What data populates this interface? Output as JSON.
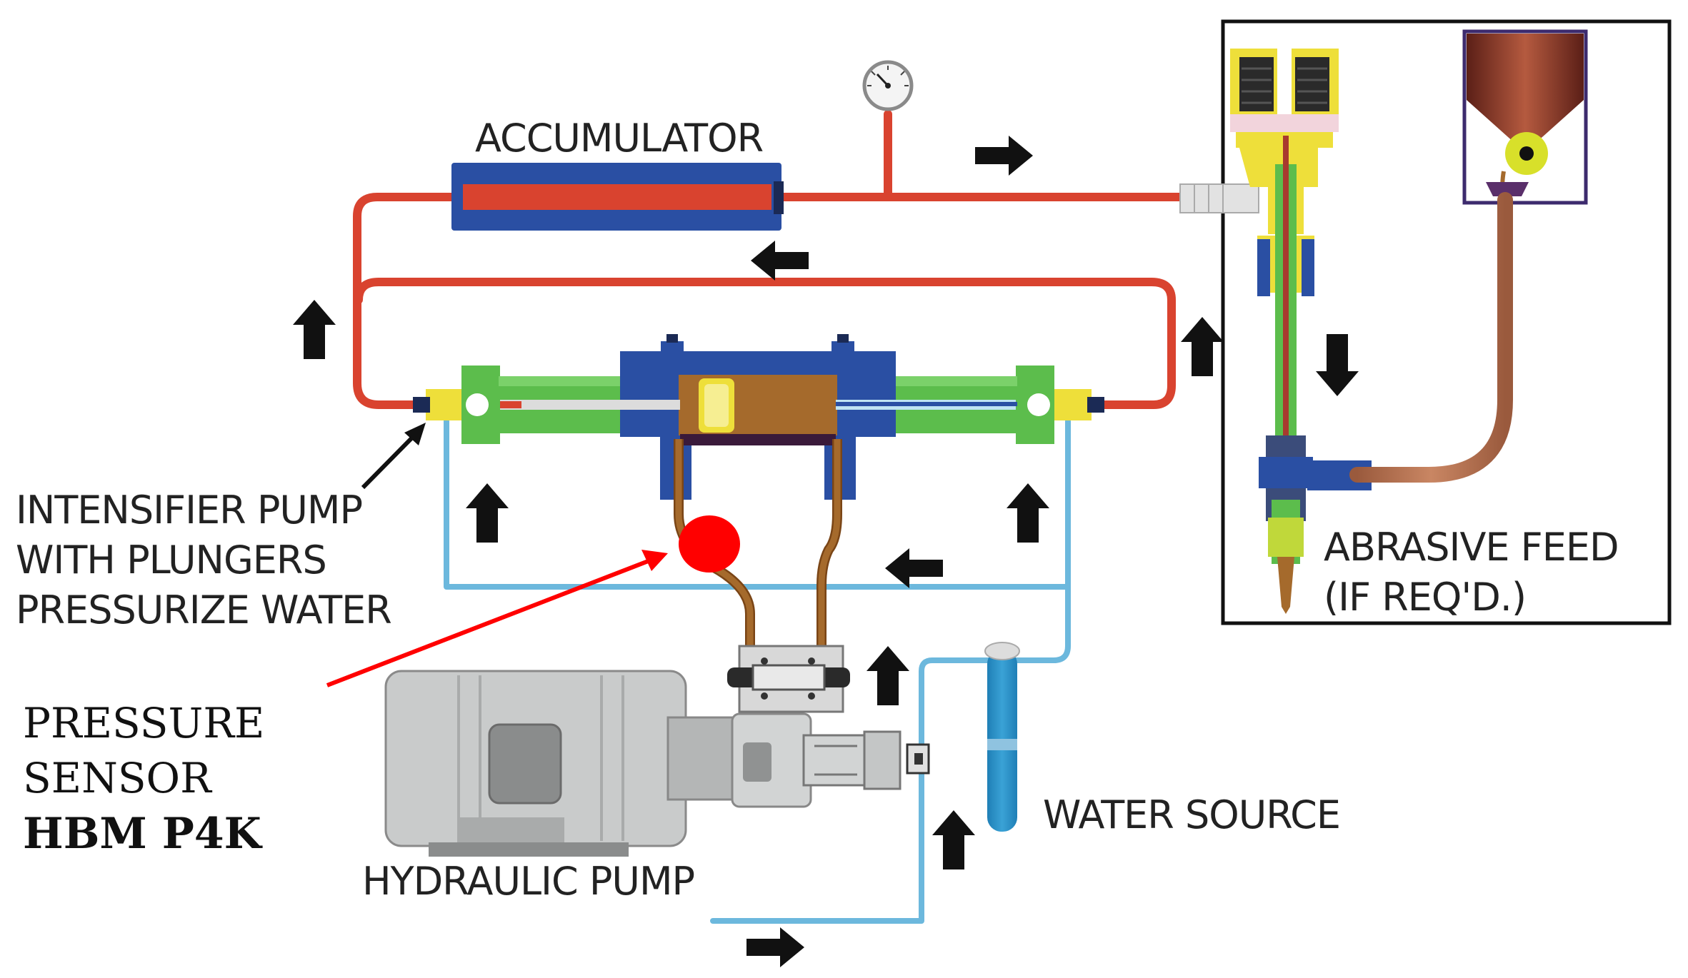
{
  "labels": {
    "accumulator": "ACCUMULATOR",
    "intensifier": [
      "INTENSIFIER PUMP",
      "WITH PLUNGERS",
      "PRESSURIZE WATER"
    ],
    "pressure_sensor": [
      "PRESSURE",
      "SENSOR",
      "HBM P4K"
    ],
    "hydraulic_pump": "HYDRAULIC PUMP",
    "water_source": "WATER SOURCE",
    "abrasive_feed": [
      "ABRASIVE FEED",
      "(IF REQ'D.)"
    ]
  },
  "colors": {
    "high_pressure_line": "#d9432f",
    "low_pressure_line": "#6cb8dd",
    "hydraulic_line": "#a56a2c",
    "accumulator_shell": "#2a4fa3",
    "plunger_housing": "#5cbd4c",
    "fitting": "#eedf3a",
    "sensor_marker": "#ff0000",
    "arrow": "#111111",
    "motor_body": "#c9cbcb",
    "abrasive_hopper": "#8b3a2a"
  },
  "icons": [
    "pressure-gauge-icon",
    "flow-arrow-icon",
    "pressure-sensor-marker"
  ]
}
